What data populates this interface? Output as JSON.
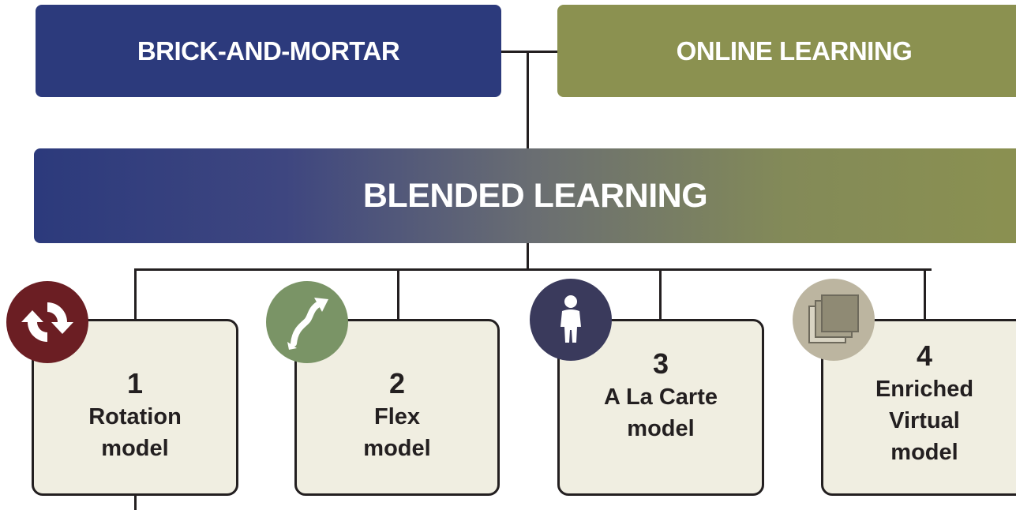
{
  "top": {
    "left_label": "BRICK-AND-MORTAR",
    "right_label": "ONLINE LEARNING"
  },
  "banner": {
    "label": "BLENDED LEARNING"
  },
  "models": [
    {
      "number": "1",
      "lines": [
        "Rotation",
        "model"
      ],
      "icon": "rotation-arrows-icon",
      "color": "#6b1e23"
    },
    {
      "number": "2",
      "lines": [
        "Flex",
        "model"
      ],
      "icon": "flex-curve-arrow-icon",
      "color": "#7a9466"
    },
    {
      "number": "3",
      "lines": [
        "A La Carte",
        "model"
      ],
      "icon": "person-icon",
      "color": "#3a3a5c"
    },
    {
      "number": "4",
      "lines": [
        "Enriched",
        "Virtual",
        "model"
      ],
      "icon": "stacked-layers-icon",
      "color": "#bcb5a0"
    }
  ],
  "colors": {
    "brick": "#2c3a7c",
    "online": "#8b9150",
    "box_fill": "#f0eee1",
    "line": "#231f20"
  }
}
